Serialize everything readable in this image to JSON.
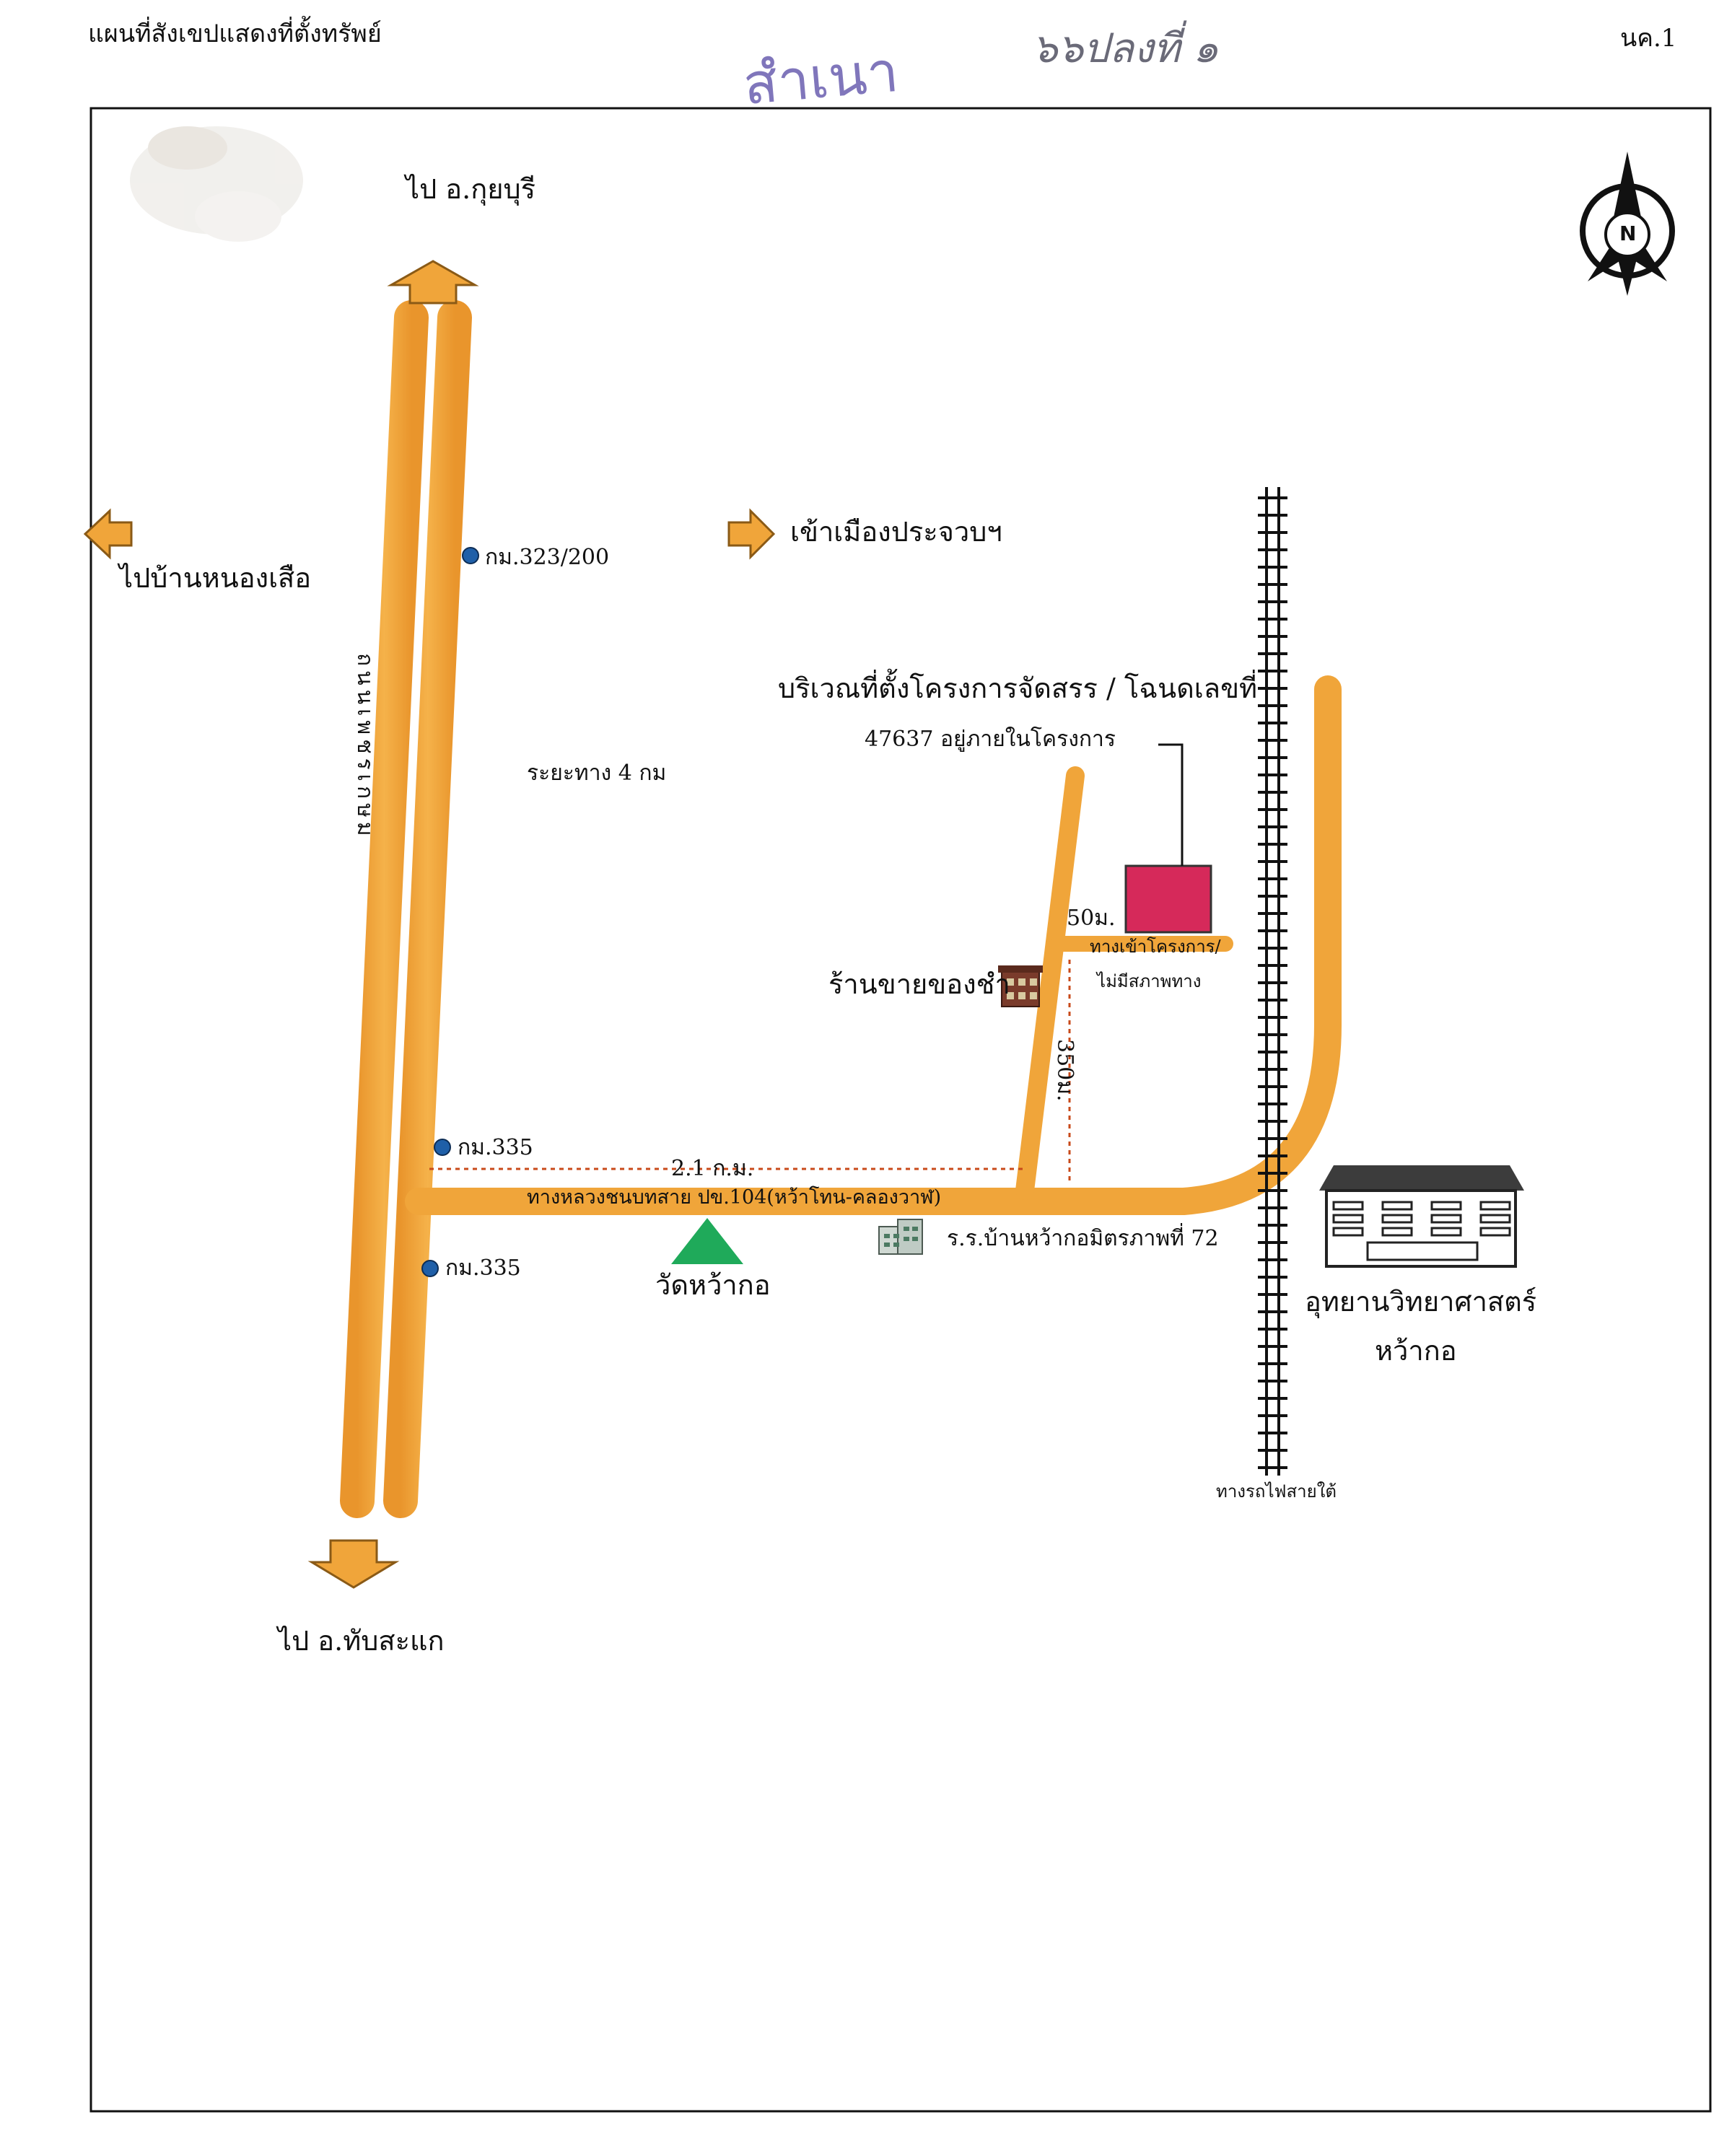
{
  "header": {
    "title": "แผนที่สังเขปแสดงที่ตั้งทรัพย์",
    "stamp": "สำเนา",
    "handwritten": "๖๖ปลงที่ ๑",
    "doc_code": "นค.1"
  },
  "map": {
    "directions": {
      "north": "ไป อ.กุยบุรี",
      "south": "ไป อ.ทับสะแก",
      "east": "เข้าเมืองประจวบฯ",
      "west": "ไปบ้านหนองเสือ"
    },
    "compass_letter": "N",
    "road_names": {
      "main_highway": "ถนนเพชรเกษม",
      "local_road": "ทางหลวงชนบทสาย ปข.104(หว้าโทน-คลองวาฬ)",
      "entrance": "ทางเข้าโครงการ/",
      "entrance_note": "ไม่มีสภาพทาง",
      "railway": "ทางรถไฟสายใต้"
    },
    "markers": {
      "km_north": "กม.323/200",
      "km_upper": "กม.335",
      "km_lower": "กม.335"
    },
    "distances": {
      "total": "ระยะทาง 4 กม",
      "along_local_road": "2.1 ก.ม.",
      "to_entrance": "350ม.",
      "entrance_length": "50ม."
    },
    "project": {
      "line1": "บริเวณที่ตั้งโครงการจัดสรร / โฉนดเลขที่",
      "line2": "47637 อยู่ภายในโครงการ"
    },
    "landmarks": {
      "shop": "ร้านขายของชำ",
      "temple": "วัดหว้ากอ",
      "school": "ร.ร.บ้านหว้ากอมิตรภาพที่ 72",
      "park_line1": "อุทยานวิทยาศาสตร์",
      "park_line2": "หว้ากอ"
    },
    "colors": {
      "road": "#f0a53a",
      "road_edge": "#e08a1f",
      "project": "#d6295a",
      "temple": "#1faa5a",
      "marker": "#1f5fa8",
      "dashed": "#c84a1a"
    }
  }
}
